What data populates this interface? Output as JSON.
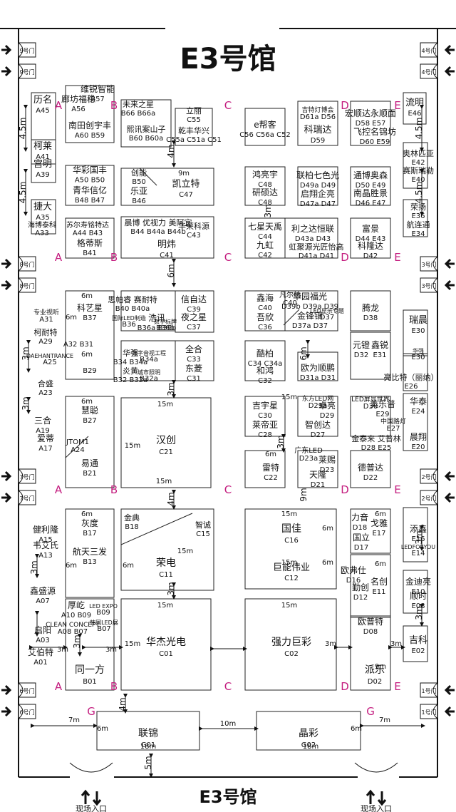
{
  "hall": {
    "title_top": "E3号馆",
    "title_bottom": "E3号馆"
  },
  "gate_labels": {
    "left": [
      "9号门",
      "9号门",
      "8号门",
      "8号门",
      "7号门",
      "7号门",
      "6号门",
      "6号门"
    ],
    "right": [
      "4号门",
      "4号门",
      "3号门",
      "3号门",
      "2号门",
      "2号门",
      "1号门",
      "1号门"
    ]
  },
  "row_letters": [
    "A",
    "B",
    "C",
    "D",
    "E",
    "A",
    "B",
    "C",
    "D",
    "E",
    "A",
    "B",
    "C",
    "D",
    "E",
    "A",
    "B",
    "C",
    "D",
    "E",
    "G",
    "G"
  ],
  "measures": [
    "4.5m",
    "4.5m",
    "4.5m",
    "4.5m",
    "4m",
    "9m",
    "3m",
    "6m",
    "3m",
    "3m",
    "6m",
    "6m",
    "6m",
    "15m",
    "15m",
    "15m",
    "15m",
    "4m",
    "3m",
    "6m",
    "9m",
    "15m",
    "6m",
    "15m",
    "6m",
    "15m",
    "6m",
    "15m",
    "15m",
    "15m",
    "3m",
    "3m",
    "3m",
    "3m",
    "3m",
    "3m",
    "6m",
    "6m",
    "6m",
    "6m",
    "3m",
    "3m",
    "3m",
    "6m",
    "6m",
    "3m",
    "9m",
    "4m",
    "7m",
    "7m",
    "6m",
    "6m",
    "10m",
    "18m",
    "18m",
    "5m"
  ],
  "booths": [
    {
      "name": "历名",
      "code": "A45"
    },
    {
      "name": "柯莱",
      "code": "A41"
    },
    {
      "name": "宫明",
      "code": "A39"
    },
    {
      "name": "捷大",
      "code": "A35"
    },
    {
      "name": "海博泰科",
      "code": "A33"
    },
    {
      "name": "廊坊福稳",
      "code": "A56"
    },
    {
      "name": "维锐智能",
      "code": "B57"
    },
    {
      "name": "南田创宇丰",
      "code": "A60 B59"
    },
    {
      "name": "未来之星",
      "code": "B66 B66a"
    },
    {
      "name": "熙讯案山子",
      "code": "B60 B60a"
    },
    {
      "name": "华彩国丰",
      "code": "A50 B50"
    },
    {
      "name": "青华信亿",
      "code": "B48 B47"
    },
    {
      "name": "苏尔寿铭特达",
      "code": "A44 B43"
    },
    {
      "name": "格蒂斯",
      "code": "B41"
    },
    {
      "name": "创能",
      "code": "B50"
    },
    {
      "name": "乐亚",
      "code": "B46"
    },
    {
      "name": "凯立特",
      "code": "C47"
    },
    {
      "name": "立丽",
      "code": "C55"
    },
    {
      "name": "乾丰华兴",
      "code": "C55a C51a C51"
    },
    {
      "name": "晨博 优视力 美阿宜",
      "code": "B44 B44a B44b"
    },
    {
      "name": "华荣科源",
      "code": "C43"
    },
    {
      "name": "明炜",
      "code": "C41"
    },
    {
      "name": "e帮客",
      "code": "C56 C56a C52"
    },
    {
      "name": "吉特灯博会",
      "code": "D61a D56"
    },
    {
      "name": "科瑞达",
      "code": "D59"
    },
    {
      "name": "宏顺达永顺面",
      "code": "D58 E57"
    },
    {
      "name": "飞控名锦坊",
      "code": "D60 E59"
    },
    {
      "name": "流明",
      "code": "E46"
    },
    {
      "name": "鸿亮宇",
      "code": "C48"
    },
    {
      "name": "研硕达",
      "code": "C48"
    },
    {
      "name": "联柏七色光",
      "code": "D49a D49"
    },
    {
      "name": "启翔企亮",
      "code": "D47a D47"
    },
    {
      "name": "通博奥森",
      "code": "D50 E49"
    },
    {
      "name": "南晶胜景",
      "code": "D46 E47"
    },
    {
      "name": "奥林匹亚",
      "code": "E42"
    },
    {
      "name": "赛斯瑞勒",
      "code": "E40"
    },
    {
      "name": "荣扬",
      "code": "E36"
    },
    {
      "name": "航连通",
      "code": "E34"
    },
    {
      "name": "七星天禹",
      "code": "C44"
    },
    {
      "name": "九虹",
      "code": "C42"
    },
    {
      "name": "利之达恒联",
      "code": "D43a D43"
    },
    {
      "name": "虹聚源光匠怡高",
      "code": "D41a D41"
    },
    {
      "name": "富景",
      "code": "D44 E43"
    },
    {
      "name": "科隆达",
      "code": "D42"
    },
    {
      "name": "专业视听",
      "code": "A31"
    },
    {
      "name": "柯耐特",
      "code": "A29"
    },
    {
      "name": "DAEHANTRANCE",
      "code": "A25"
    },
    {
      "name": "合盛",
      "code": "A23"
    },
    {
      "name": "三合",
      "code": "A19"
    },
    {
      "name": "爱蒂",
      "code": "A17"
    },
    {
      "name": "科艺星",
      "code": "B37"
    },
    {
      "name": "思帕睿 赛耐特",
      "code": "B40 B40a"
    },
    {
      "name": "国际LED制造",
      "code": "B36"
    },
    {
      "name": "浩讯",
      "code": "B36a B36b"
    },
    {
      "name": "数字标牌",
      "code": "B36b"
    },
    {
      "name": "信自达",
      "code": "C39"
    },
    {
      "name": "夜之星",
      "code": "C37"
    },
    {
      "name": "",
      "code": "A32 B31"
    },
    {
      "name": "",
      "code": "B29"
    },
    {
      "name": "华强",
      "code": "B34 B34a"
    },
    {
      "name": "数字音视工程",
      "code": "B34a"
    },
    {
      "name": "炎黄",
      "code": "B32 B32a"
    },
    {
      "name": "城市照明",
      "code": "B32a"
    },
    {
      "name": "全合",
      "code": "C33"
    },
    {
      "name": "东菱",
      "code": "C31"
    },
    {
      "name": "鑫海",
      "code": "C40"
    },
    {
      "name": "凡尔纳",
      "code": "C40"
    },
    {
      "name": "吾欣",
      "code": "C36"
    },
    {
      "name": "华园福光",
      "code": "D39b D39a D39"
    },
    {
      "name": "金锋镝",
      "code": "D37a D37"
    },
    {
      "name": "LED显示专题",
      "code": "D37"
    },
    {
      "name": "酷柏",
      "code": "C34 C34a"
    },
    {
      "name": "和鸿",
      "code": "C32"
    },
    {
      "name": "欧为顺鹏",
      "code": "D31a D31"
    },
    {
      "name": "腾龙",
      "code": "D38"
    },
    {
      "name": "元镫",
      "code": "D32"
    },
    {
      "name": "鑫锐",
      "code": "E31"
    },
    {
      "name": "瑞晨",
      "code": "E30"
    },
    {
      "name": "华强",
      "code": "E30"
    },
    {
      "name": "亮比特（丽纳）",
      "code": "E26"
    },
    {
      "name": "华泰",
      "code": "E24"
    },
    {
      "name": "慧聪",
      "code": "B27"
    },
    {
      "name": "JTOM1",
      "code": "A24"
    },
    {
      "name": "易通",
      "code": "B21"
    },
    {
      "name": "汉创",
      "code": "C21"
    },
    {
      "name": "吉宇星",
      "code": "C30"
    },
    {
      "name": "东方LED网",
      "code": "D29a"
    },
    {
      "name": "卓亮",
      "code": "D29"
    },
    {
      "name": "莱帝亚",
      "code": "C28"
    },
    {
      "name": "智创达",
      "code": "D27"
    },
    {
      "name": "LED屏显世界",
      "code": "D30"
    },
    {
      "name": "美乐普",
      "code": "E29"
    },
    {
      "name": "中国路灯",
      "code": "E27"
    },
    {
      "name": "金泰来 艾普林",
      "code": "D28 E25"
    },
    {
      "name": "晨翔",
      "code": "E20"
    },
    {
      "name": "雷特",
      "code": "C22"
    },
    {
      "name": "广东LED",
      "code": "D23a"
    },
    {
      "name": "莱赐",
      "code": "D23"
    },
    {
      "name": "天隆",
      "code": "D21"
    },
    {
      "name": "德普达",
      "code": "D22"
    },
    {
      "name": "健利隆",
      "code": "A15"
    },
    {
      "name": "韦艾氏",
      "code": "A13"
    },
    {
      "name": "鑫盛源",
      "code": "A07"
    },
    {
      "name": "启阳",
      "code": "A03"
    },
    {
      "name": "艾伯特",
      "code": "A01"
    },
    {
      "name": "灰度",
      "code": "B17"
    },
    {
      "name": "航天三发",
      "code": "B13"
    },
    {
      "name": "金典",
      "code": "B18"
    },
    {
      "name": "智诚",
      "code": "C15"
    },
    {
      "name": "荣电",
      "code": "C11"
    },
    {
      "name": "国佳",
      "code": "C16"
    },
    {
      "name": "巨能伟业",
      "code": "C12"
    },
    {
      "name": "力音",
      "code": "D18"
    },
    {
      "name": "戈雅",
      "code": "E17"
    },
    {
      "name": "国立",
      "code": "D17"
    },
    {
      "name": "添鑫",
      "code": "E16"
    },
    {
      "name": "LEDFORYOU",
      "code": "E14"
    },
    {
      "name": "欧弗仕",
      "code": "D16"
    },
    {
      "name": "名创",
      "code": "E11"
    },
    {
      "name": "勤创",
      "code": "D12"
    },
    {
      "name": "金迪亮",
      "code": "E10"
    },
    {
      "name": "顺时",
      "code": "E08"
    },
    {
      "name": "厚屹",
      "code": "A10 B09"
    },
    {
      "name": "LED EXPO",
      "code": "B09"
    },
    {
      "name": "CLEAN CONCEPT",
      "code": "A08 B07"
    },
    {
      "name": "韩国LED展",
      "code": "B07"
    },
    {
      "name": "同一方",
      "code": "B01"
    },
    {
      "name": "华杰光电",
      "code": "C01"
    },
    {
      "name": "强力巨彩",
      "code": "C02"
    },
    {
      "name": "欧普特",
      "code": "D08"
    },
    {
      "name": "吉科",
      "code": "E02"
    },
    {
      "name": "派乐",
      "code": "D02"
    },
    {
      "name": "联锦",
      "code": "G01"
    },
    {
      "name": "晶彩",
      "code": "G02"
    }
  ],
  "entrances": [
    "现场入口",
    "现场入口"
  ]
}
